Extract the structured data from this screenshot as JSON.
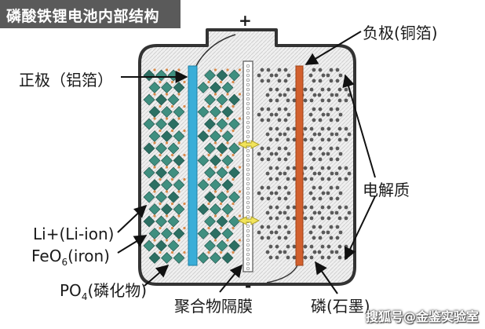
{
  "title": "磷酸铁锂电池内部结构",
  "terminals": {
    "positive": "+",
    "negative": "-"
  },
  "labels": {
    "cathode": "正极（铝箔）",
    "anode": "负极(铜箔)",
    "electrolyte": "电解质",
    "li_ion": "Li+(Li-ion)",
    "feo6_main": "FeO",
    "feo6_sub": "6",
    "feo6_tail": "(iron)",
    "po4_main": "PO",
    "po4_sub": "4",
    "po4_tail": "(磷化物)",
    "separator": "聚合物隔膜",
    "graphite": "磷(石墨)"
  },
  "watermark": "搜狐号@金鉴实验室",
  "colors": {
    "banner": "#5a5a5a",
    "cathode_foil": "#3aaed8",
    "anode_foil": "#d2602e",
    "crystal_green": "#3f8f80",
    "crystal_dark": "#2c6f63",
    "lithium_orange": "#d98a4a",
    "graphite_dark": "#5a5a5a",
    "ion_arrow": "#f2e45a"
  }
}
